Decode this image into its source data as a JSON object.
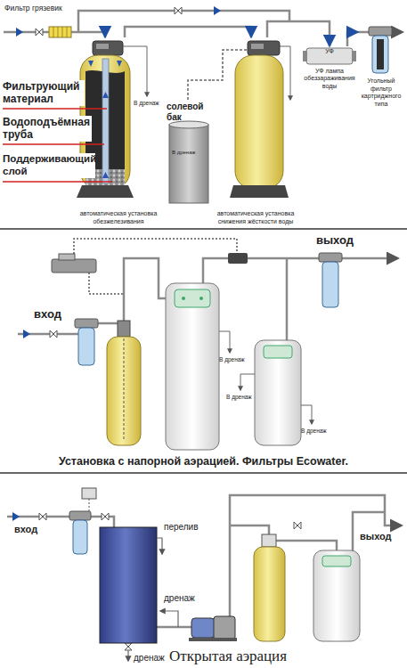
{
  "diagram": {
    "nodes": [
      {
        "text": [
          "Фильтр грязевик"
        ]
      },
      {
        "text": [
          "автоматическая установка обезжелезивания"
        ]
      },
      {
        "text": [
          "солевой бак"
        ]
      },
      {
        "text": [
          "автоматическая установка снижения жёсткости воды"
        ]
      },
      {
        "text": [
          "УФ",
          "УФ лампа обеззараживания воды"
        ]
      },
      {
        "text": [
          "Угольный фильтр картриджного типа"
        ]
      }
    ],
    "edges": [
      {
        "from": 0,
        "to": 1,
        "arrow": "to"
      },
      {
        "from": 1,
        "to": 3,
        "arrow": "to"
      },
      {
        "from": 3,
        "to": 4,
        "arrow": "to"
      },
      {
        "from": 4,
        "to": 5,
        "arrow": "to"
      },
      {
        "from": 2,
        "to": 3,
        "arrow": "none"
      }
    ],
    "labels": [
      "Фильтрующий материал",
      "Водоподъёмная труба",
      "Поддерживающий слой",
      "В дренаж",
      "В дренаж",
      "вход",
      "выход",
      "В дренаж",
      "В дренаж",
      "В дренаж",
      "Установка с напорной аэрацией. Фильтры Ecowater.",
      "вход",
      "перелив",
      "дренаж",
      "дренаж",
      "выход",
      "Открытая аэрация"
    ]
  }
}
